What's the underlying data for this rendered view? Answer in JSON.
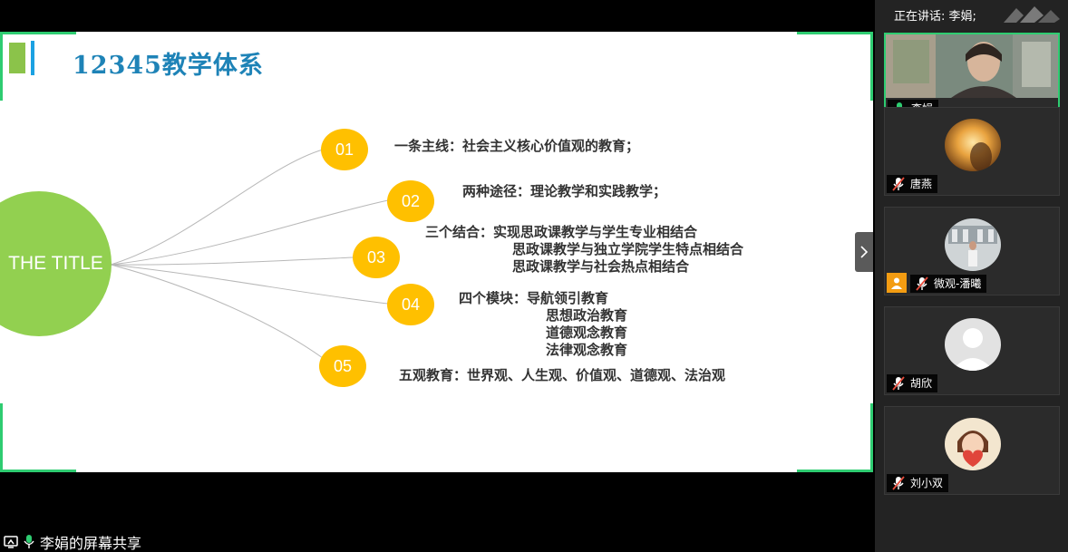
{
  "slide": {
    "title": "12345教学体系",
    "center_label": "THE TITLE",
    "items": [
      {
        "number": "01",
        "lines": [
          "一条主线：社会主义核心价值观的教育；"
        ]
      },
      {
        "number": "02",
        "lines": [
          "两种途径：理论教学和实践教学；"
        ]
      },
      {
        "number": "03",
        "lines": [
          "三个结合：实现思政课教学与学生专业相结合",
          "思政课教学与独立学院学生特点相结合",
          "思政课教学与社会热点相结合"
        ]
      },
      {
        "number": "04",
        "lines": [
          "四个模块：导航领引教育",
          "思想政治教育",
          "道德观念教育",
          "法律观念教育"
        ]
      },
      {
        "number": "05",
        "lines": [
          "五观教育：世界观、人生观、价值观、道德观、法治观"
        ]
      }
    ]
  },
  "sidebar": {
    "speaking_label": "正在讲话: 李娟;",
    "participants": [
      {
        "name": "李娟",
        "mic_muted": false,
        "active": true
      },
      {
        "name": "唐燕",
        "mic_muted": true,
        "active": false
      },
      {
        "name": "微观-潘曦",
        "mic_muted": true,
        "active": false
      },
      {
        "name": "胡欣",
        "mic_muted": true,
        "active": false
      },
      {
        "name": "刘小双",
        "mic_muted": true,
        "active": false
      }
    ]
  },
  "status": {
    "share_label": "李娟的屏幕共享"
  },
  "colors": {
    "accent_green": "#2ecc71",
    "center_node": "#92d050",
    "number_node": "#ffc000",
    "title_blue": "#1e83b7"
  },
  "icons": {
    "collapse": "chevron-right-icon",
    "mic": "microphone-icon",
    "mic_muted": "microphone-muted-icon",
    "share": "screen-share-icon"
  }
}
